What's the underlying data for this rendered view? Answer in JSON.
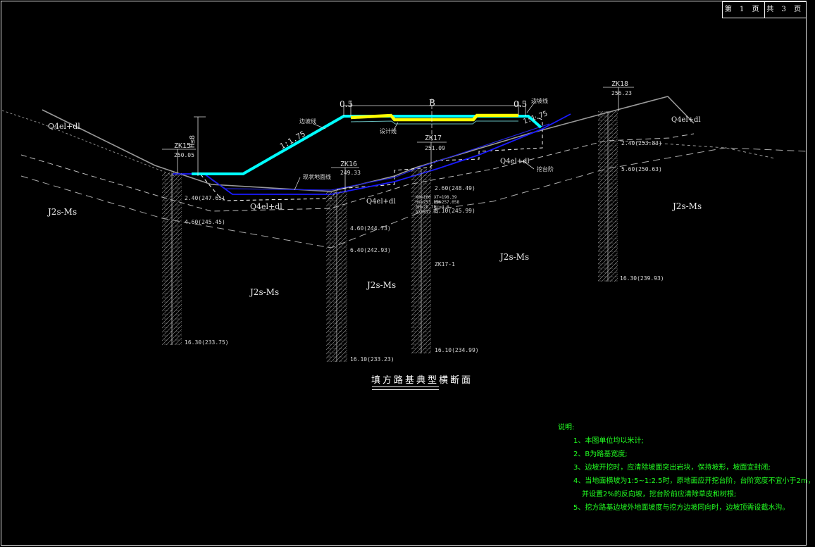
{
  "page_indicator": {
    "current": "第 1 页",
    "total": "共 3 页"
  },
  "drawing_title": "填方路基典型横断面",
  "road": {
    "b_label": "B",
    "left_shoulder": "0.5",
    "right_shoulder": "0.5",
    "left_slope": "1:1.75",
    "right_slope": "1:1.75",
    "height_label": "H≤8"
  },
  "callouts": {
    "left_edge": "边坡线",
    "right_edge": "边坡线",
    "design": "设计线",
    "ground": "现状地面线",
    "step": "挖台阶"
  },
  "boreholes": [
    {
      "id": "ZK15",
      "elev": "250.05",
      "d1": "2.40(247.65)",
      "d2": "4.60(245.45)",
      "bottom": "16.30(233.75)"
    },
    {
      "id": "ZK16",
      "elev": "249.33",
      "d1": "4.60(244.73)",
      "d2": "6.40(242.93)",
      "bottom": "16.10(233.23)"
    },
    {
      "id": "ZK17",
      "elev": "251.09",
      "d1": "2.60(248.49)",
      "d2": "5.10(245.99)",
      "bottom": "16.10(234.99)",
      "marker": "ZK17-1",
      "params": [
        "X0=100",
        "Hs=253.156",
        "XT=198.39",
        "H0=257.058",
        "ΔH=28.71",
        "Hc=4.0",
        "ΔXS=17.01"
      ]
    },
    {
      "id": "ZK18",
      "elev": "256.23",
      "d1": "2.40(253.83)",
      "d2": "5.60(250.63)",
      "bottom": "16.30(239.93)"
    }
  ],
  "strata": {
    "q_soil": "Q4el+dl",
    "q_soil_right": "Q4el+dl",
    "rock": "J2s-Ms"
  },
  "notes": {
    "heading": "说明:",
    "items": [
      "1、本图单位均以米计;",
      "2、B为路基宽度;",
      "3、边坡开挖时，应清除坡面突出岩块，保持坡形，坡面宜封闭;",
      "4、当地面横坡为1:5~1:2.5时，原地面应开挖台阶，台阶宽度不宜小于2m，",
      "并设置2%的反向坡，挖台阶前应清除草皮和树根;",
      "5、挖方路基边坡外地面坡度与挖方边坡同向时，边坡顶需设截水沟。"
    ]
  },
  "colors": {
    "fill_line": "#00ffff",
    "pavement": "#ffff00",
    "ground_line": "#1a1aff",
    "note_text": "#22ff22",
    "grey_line": "#9a9a9a"
  }
}
